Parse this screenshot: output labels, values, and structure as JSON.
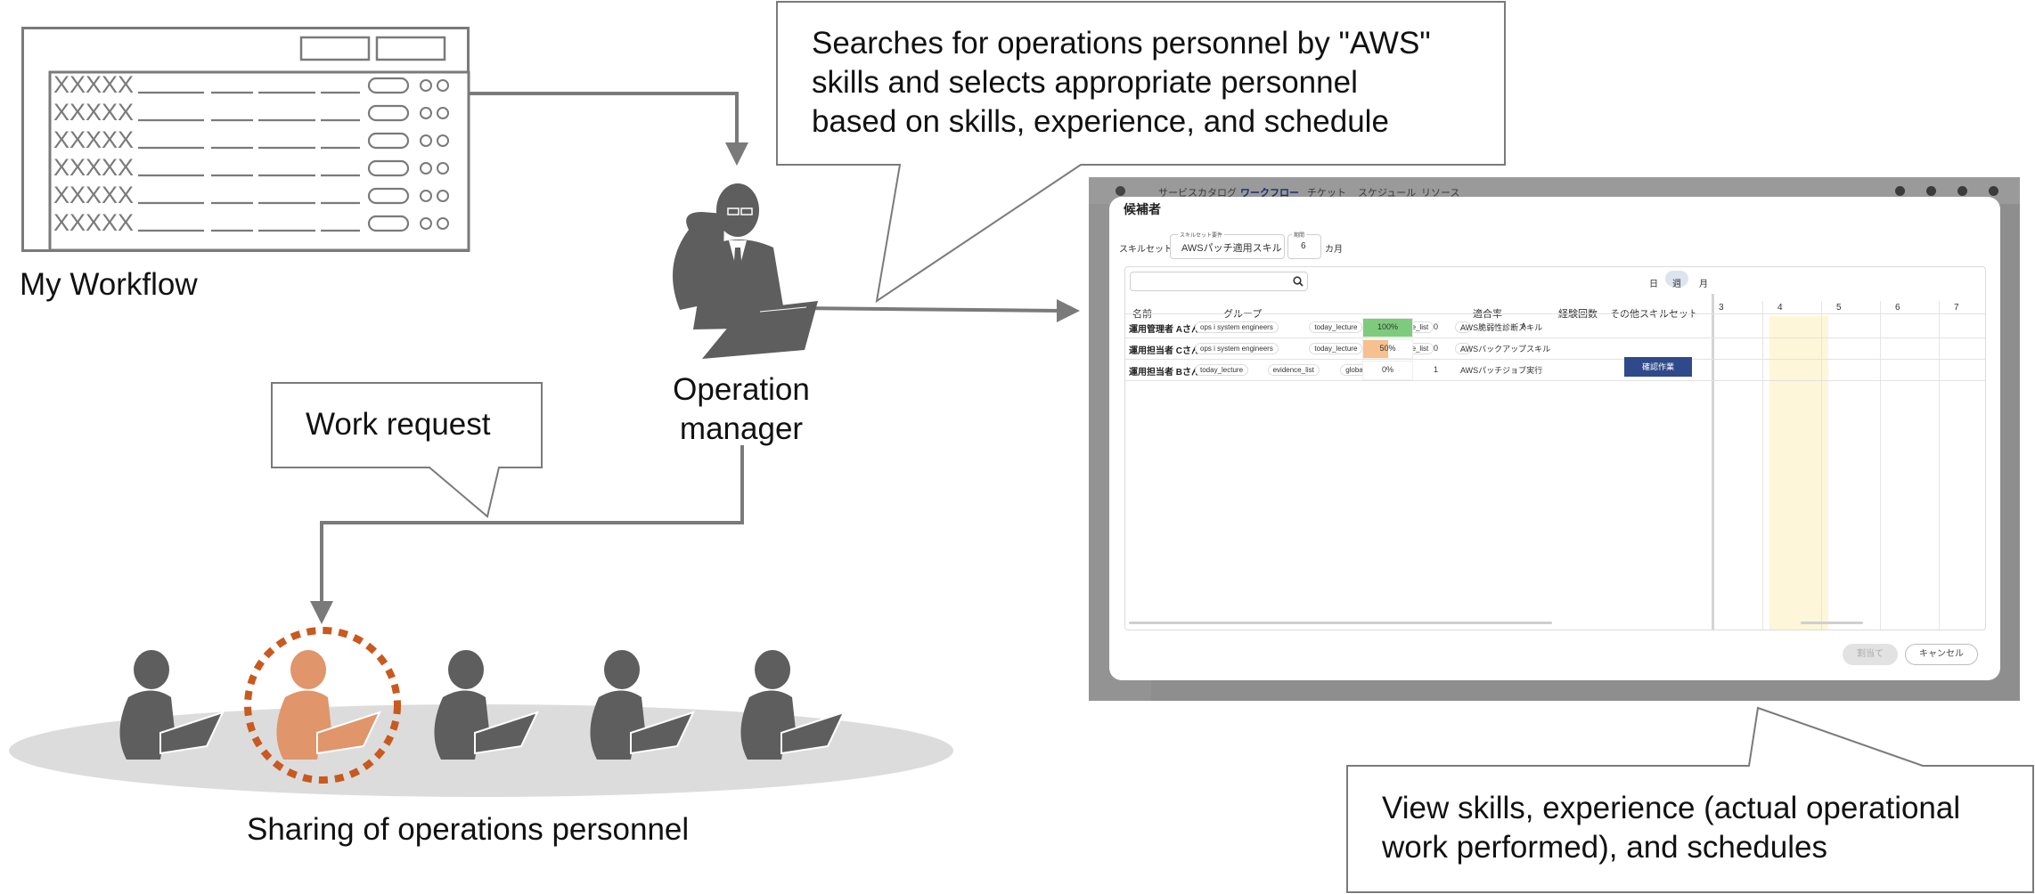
{
  "diagram": {
    "my_workflow": {
      "label": "My Workflow",
      "row_label": "XXXXX"
    },
    "operation_manager": {
      "label_line1": "Operation",
      "label_line2": "manager"
    },
    "callout_search": {
      "line1": "Searches for operations personnel by \"AWS\"",
      "line2": "skills and selects appropriate personnel",
      "line3": "based on skills, experience, and schedule"
    },
    "callout_request": {
      "text": "Work request"
    },
    "callout_view": {
      "line1": "View skills, experience (actual operational",
      "line2": "work performed), and schedules"
    },
    "sharing_label": "Sharing of operations personnel",
    "colors": {
      "person": "#5e5e5e",
      "highlight": "#e0956a",
      "dashed_ring": "#c9591e",
      "arrow": "#7a7a7a",
      "ground": "#dcdcdc"
    }
  },
  "screenshot": {
    "nav": [
      "サービスカタログ",
      "ワークフロー",
      "チケット",
      "スケジュール",
      "リソース"
    ],
    "active_nav": "ワークフロー",
    "modal_title": "候補者",
    "skillset_label": "スキルセット要件:",
    "skillset_tiny_label": "スキルセット要件",
    "skillset_value": "AWSパッチ適用スキル",
    "period_tiny_label": "期間",
    "period_value": "6",
    "period_unit": "カ月",
    "view_toggle": [
      "日",
      "週",
      "月"
    ],
    "active_view": "週",
    "columns": {
      "name": "名前",
      "group": "グループ",
      "fit": "適合率",
      "experience": "経験回数",
      "other_skills": "その他スキルセット"
    },
    "days": [
      "3",
      "4",
      "5",
      "6",
      "7"
    ],
    "rows": [
      {
        "name": "運用管理者 Aさん",
        "groups": [
          "ops i system engineers",
          "today_lecture",
          "evidence_list",
          "..."
        ],
        "fit": "100%",
        "fit_value": 100,
        "experience": "0",
        "other": "AWS脆弱性診断スキル",
        "other_extra": "A"
      },
      {
        "name": "運用担当者 Cさん",
        "groups": [
          "ops i system engineers",
          "today_lecture",
          "evidence_list",
          "..."
        ],
        "fit": "50%",
        "fit_value": 50,
        "experience": "0",
        "other": "AWSバックアップスキル",
        "other_extra": ""
      },
      {
        "name": "運用担当者 Bさん",
        "groups": [
          "today_lecture",
          "evidence_list",
          "global",
          "..."
        ],
        "fit": "0%",
        "fit_value": 0,
        "experience": "1",
        "other": "AWSパッチジョブ実行",
        "other_extra": ""
      }
    ],
    "schedule_event": "確認作業",
    "assign_button": "割当て",
    "cancel_button": "キャンセル",
    "colors": {
      "fit_full": "#7ecb7e",
      "fit_half": "#f7c08e",
      "event": "#2f4a8a",
      "today_column": "#fdf6d8",
      "toggle_active": "#dde3ef"
    }
  }
}
